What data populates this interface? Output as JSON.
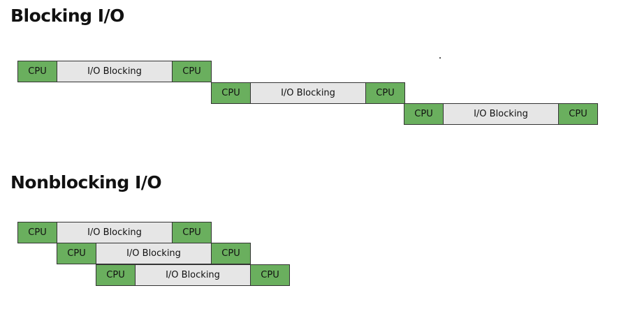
{
  "sections": {
    "blocking": {
      "title": "Blocking I/O",
      "rows": [
        [
          {
            "kind": "cpu",
            "label": "CPU"
          },
          {
            "kind": "io",
            "label": "I/O Blocking"
          },
          {
            "kind": "cpu",
            "label": "CPU"
          }
        ],
        [
          {
            "kind": "cpu",
            "label": "CPU"
          },
          {
            "kind": "io",
            "label": "I/O Blocking"
          },
          {
            "kind": "cpu",
            "label": "CPU"
          }
        ],
        [
          {
            "kind": "cpu",
            "label": "CPU"
          },
          {
            "kind": "io",
            "label": "I/O Blocking"
          },
          {
            "kind": "cpu",
            "label": "CPU"
          }
        ]
      ]
    },
    "nonblocking": {
      "title": "Nonblocking I/O",
      "rows": [
        [
          {
            "kind": "cpu",
            "label": "CPU"
          },
          {
            "kind": "io",
            "label": "I/O Blocking"
          },
          {
            "kind": "cpu",
            "label": "CPU"
          }
        ],
        [
          {
            "kind": "cpu",
            "label": "CPU"
          },
          {
            "kind": "io",
            "label": "I/O Blocking"
          },
          {
            "kind": "cpu",
            "label": "CPU"
          }
        ],
        [
          {
            "kind": "cpu",
            "label": "CPU"
          },
          {
            "kind": "io",
            "label": "I/O Blocking"
          },
          {
            "kind": "cpu",
            "label": "CPU"
          }
        ]
      ]
    }
  },
  "colors": {
    "cpu": "#6aaf5e",
    "io": "#e6e6e6",
    "border": "#333333",
    "text": "#111111"
  }
}
